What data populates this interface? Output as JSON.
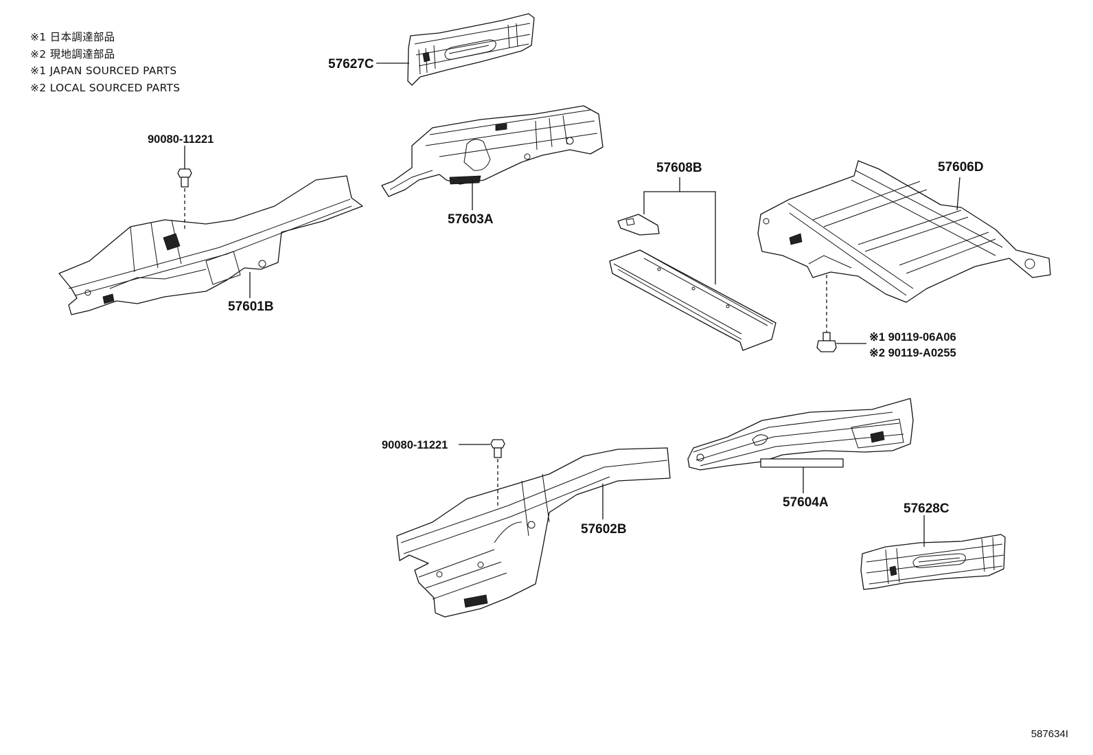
{
  "legend": [
    "※1 日本調達部品",
    "※2 現地調達部品",
    "※1 JAPAN SOURCED PARTS",
    "※2 LOCAL SOURCED PARTS"
  ],
  "parts": {
    "p57627C": "57627C",
    "p57603A": "57603A",
    "p57601B": "57601B",
    "p57608B": "57608B",
    "p57606D": "57606D",
    "p57602B": "57602B",
    "p57604A": "57604A",
    "p57628C": "57628C"
  },
  "fasteners": {
    "bolt_upper": "90080-11221",
    "bolt_lower": "90080-11221",
    "bolt_right_1": "※1 90119-06A06",
    "bolt_right_2": "※2 90119-A0255"
  },
  "figure_id": "587634I"
}
